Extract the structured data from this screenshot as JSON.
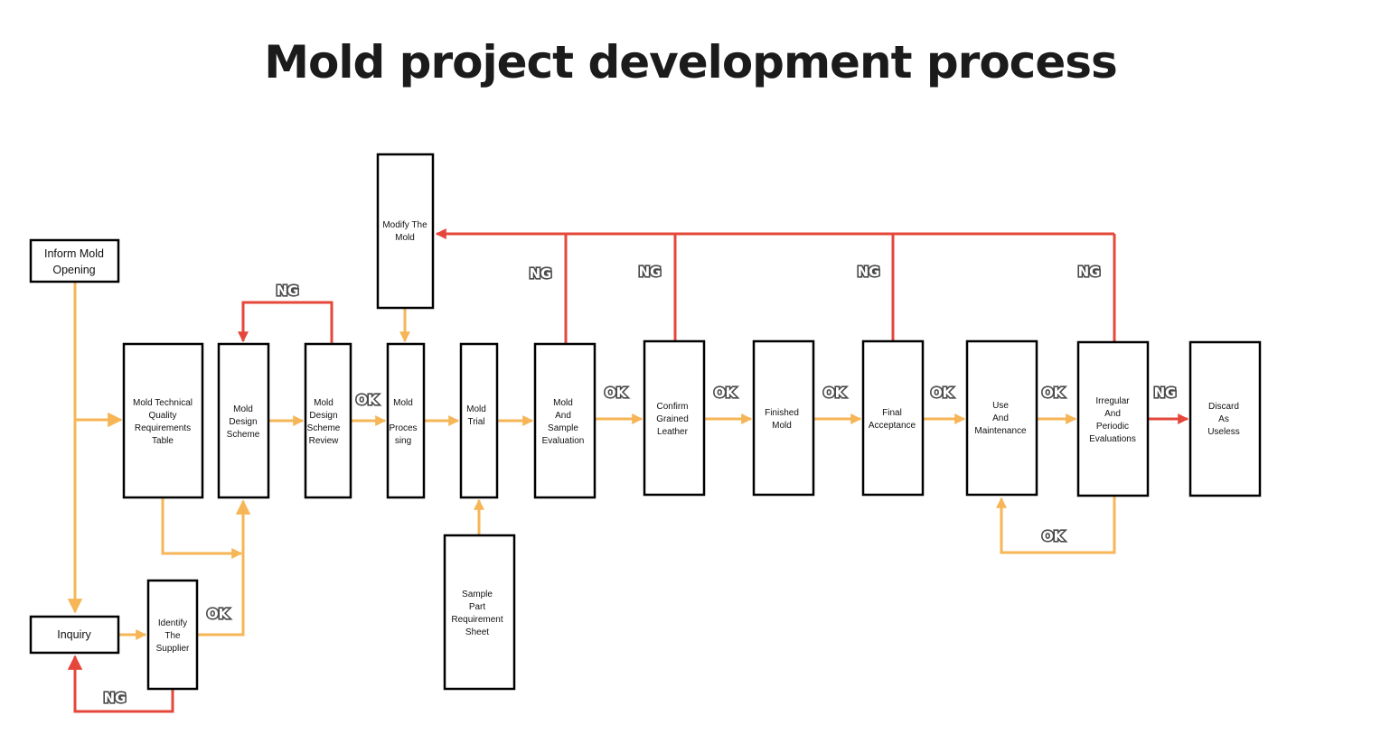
{
  "title": "Mold project development process",
  "colors": {
    "flow": "#f6b556",
    "reject": "#e5473b",
    "box_border": "#000000",
    "title": "#1b1b1b"
  },
  "nodes": {
    "inform": [
      "Inform Mold",
      "Opening"
    ],
    "inquiry": [
      "Inquiry"
    ],
    "identify": [
      "Identify",
      "The",
      "Supplier"
    ],
    "tech": [
      "Mold Technical",
      "Quality",
      "Requirements",
      "Table"
    ],
    "design": [
      "Mold",
      "Design",
      "Scheme"
    ],
    "review": [
      "Mold",
      "Design",
      "Scheme",
      "Review"
    ],
    "modify": [
      "Modify The",
      "Mold"
    ],
    "processing": [
      "Mold",
      "Proces",
      "sing"
    ],
    "trial": [
      "Mold",
      "",
      "Trial"
    ],
    "sample_sheet": [
      "Sample",
      "Part",
      "Requirement",
      "Sheet"
    ],
    "evaluation": [
      "Mold",
      "And",
      "Sample",
      "Evaluation"
    ],
    "grained": [
      "Confirm",
      "Grained",
      "Leather"
    ],
    "finished": [
      "Finished",
      "Mold"
    ],
    "final": [
      "Final",
      "Acceptance"
    ],
    "use": [
      "Use",
      "And",
      "Maintenance"
    ],
    "irregular": [
      "Irregular",
      "And",
      "Periodic",
      "Evaluations"
    ],
    "discard": [
      "Discard",
      "As",
      "Useless"
    ]
  },
  "labels": {
    "ok": "OK",
    "ng": "NG"
  }
}
